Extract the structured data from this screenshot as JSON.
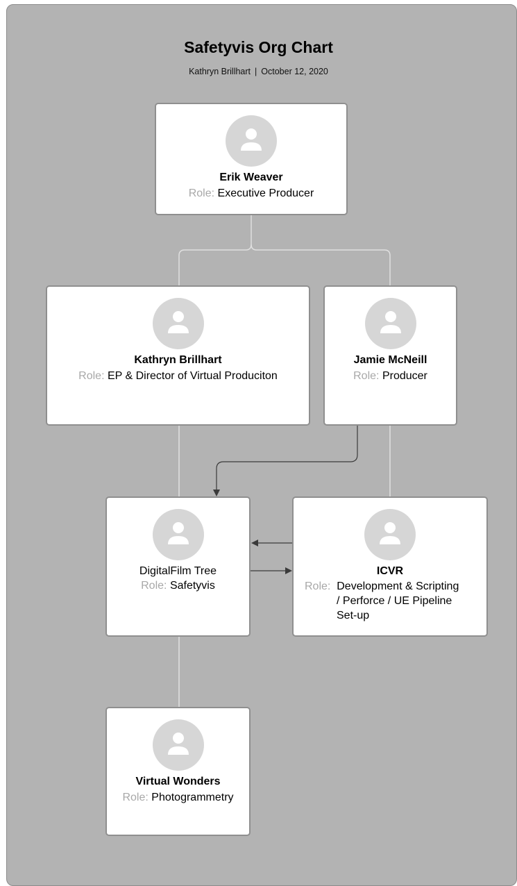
{
  "header": {
    "title": "Safetyvis Org Chart",
    "author": "Kathryn Brillhart",
    "separator": "|",
    "date": "October 12, 2020"
  },
  "role_label": "Role:",
  "icon": "person-avatar-icon",
  "colors": {
    "canvas": "#b3b3b3",
    "card": "#ffffff",
    "card_border": "#8f8f8f",
    "connector_light": "#e0e0e0",
    "connector_dark": "#3a3a3a",
    "avatar": "#d6d6d6",
    "role_label": "#a8a8a8"
  },
  "nodes": {
    "erik": {
      "name": "Erik Weaver",
      "role": "Executive Producer"
    },
    "kathryn": {
      "name": "Kathryn Brillhart",
      "role": "EP & Director of Virtual Produciton"
    },
    "jamie": {
      "name": "Jamie McNeill",
      "role": "Producer"
    },
    "dft": {
      "name": "DigitalFilm Tree",
      "role": "Safetyvis"
    },
    "icvr": {
      "name": "ICVR",
      "role_lines": [
        "Development & Scripting",
        "/ Perforce / UE Pipeline",
        "Set-up"
      ]
    },
    "vw": {
      "name": "Virtual Wonders",
      "role": "Photogrammetry"
    }
  }
}
